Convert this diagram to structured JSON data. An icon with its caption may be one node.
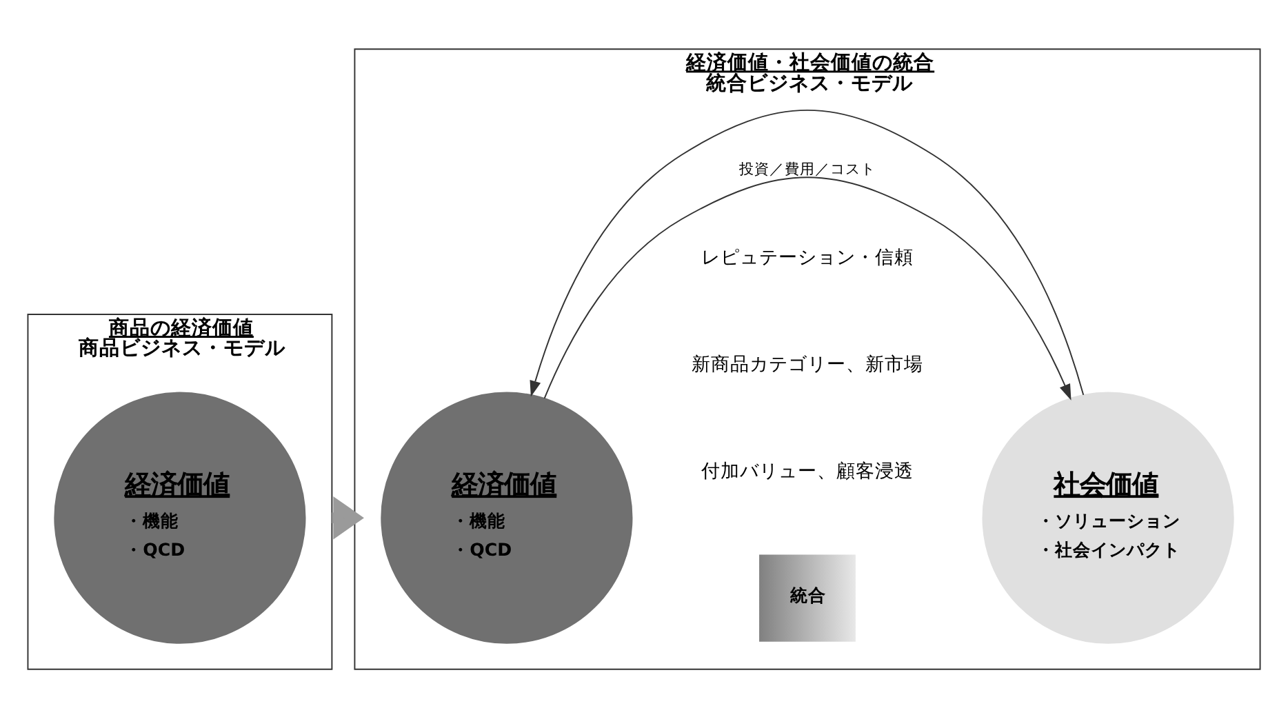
{
  "diagram": {
    "nodes": [
      {
        "text": [
          "商品の経済価値",
          "商品ビジネス・モデル"
        ]
      },
      {
        "text": [
          "経済価値",
          "・機能",
          "・QCD"
        ],
        "in": 0
      },
      {
        "text": [
          "経済価値・社会価値の統合",
          "統合ビジネス・モデル"
        ]
      },
      {
        "text": [
          "経済価値",
          "・機能",
          "・QCD"
        ],
        "in": 2
      },
      {
        "text": [
          "統合"
        ],
        "in": 2
      },
      {
        "text": [
          "社会価値",
          "・ソリューション",
          "・社会インパクト"
        ],
        "in": 2
      }
    ],
    "edges": [
      {
        "from": 0,
        "to": 2,
        "arrow": "to",
        "style": "thick",
        "color": "#9a9a9a"
      },
      {
        "from": 3,
        "to": 5,
        "arrow": "to",
        "label": "投資／費用／コスト"
      },
      {
        "from": 5,
        "to": 3,
        "arrow": "to"
      }
    ],
    "labels": [
      "付加バリュー、顧客浸透",
      "新商品カテゴリー、新市場",
      "レピュテーション・信頼"
    ]
  }
}
